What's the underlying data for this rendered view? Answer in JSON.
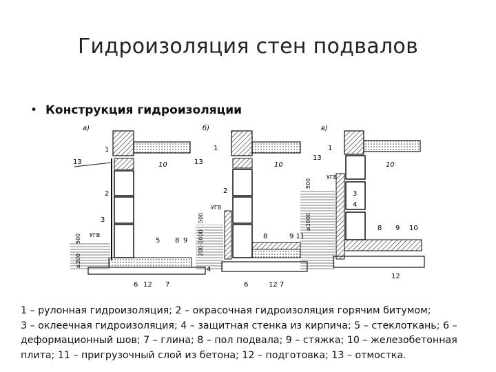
{
  "title": "Гидроизоляция стен подвалов",
  "bullet": "Конструкция гидроизоляции",
  "figure": {
    "panels": [
      {
        "label": "а)",
        "ugv": "УГВ",
        "dims": [
          "500",
          "≤200"
        ]
      },
      {
        "label": "б)",
        "ugv": "УГВ",
        "dims": [
          "500",
          "200-1000"
        ]
      },
      {
        "label": "в)",
        "ugv": "УГВ",
        "dims": [
          "500",
          "≥1000"
        ]
      }
    ],
    "callouts": [
      "1",
      "2",
      "3",
      "4",
      "5",
      "6",
      "7",
      "8",
      "9",
      "10",
      "11",
      "12",
      "13"
    ]
  },
  "legend": [
    "1 – рулонная гидроизоляция; 2 – окрасочная гидроизоляция горячим битумом;",
    "3 – оклеечная гидроизоляция; 4 – защитная стенка из кирпича; 5 – стеклоткань; 6 –",
    "деформационный шов; 7 – глина; 8 – пол подвала; 9 – стяжка; 10 – железобетонная",
    "плита; 11 – пригрузочный слой из бетона; 12 – подготовка; 13 – отмостка."
  ]
}
